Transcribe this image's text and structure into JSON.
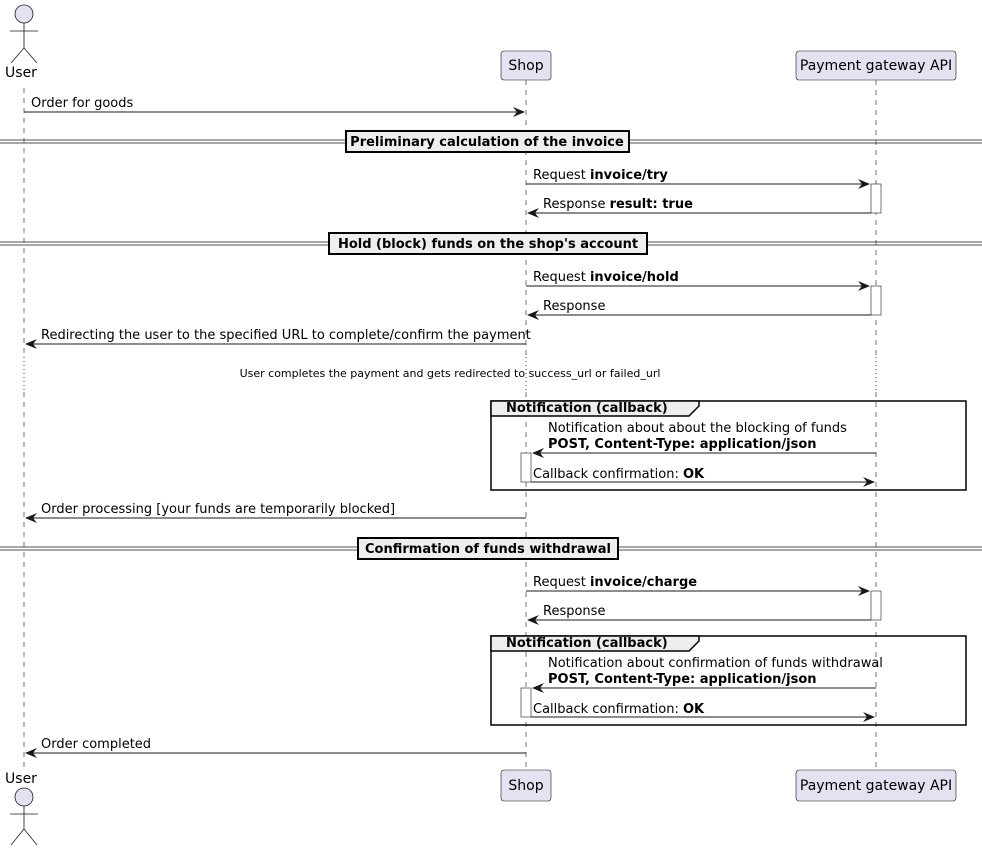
{
  "participants": {
    "user": "User",
    "shop": "Shop",
    "gateway": "Payment gateway API"
  },
  "dividers": [
    "Preliminary calculation of the invoice",
    "Hold (block) funds on the shop's account",
    "Confirmation of funds withdrawal"
  ],
  "messages": [
    {
      "normal": "Order for goods",
      "bold": ""
    },
    {
      "normal": "Request ",
      "bold": "invoice/try"
    },
    {
      "normal": "Response ",
      "bold": "result: true"
    },
    {
      "normal": "Request ",
      "bold": "invoice/hold"
    },
    {
      "normal": "Response",
      "bold": ""
    },
    {
      "normal": "Redirecting the user to the specified URL to complete/confirm the payment",
      "bold": ""
    },
    {
      "line1": "Notification about about the blocking of funds",
      "line2": "POST, Content-Type: application/json"
    },
    {
      "normal": "Callback confirmation: ",
      "bold": "OK"
    },
    {
      "normal": "Order processing [your funds are temporarily blocked]",
      "bold": ""
    },
    {
      "normal": "Request ",
      "bold": "invoice/charge"
    },
    {
      "normal": "Response",
      "bold": ""
    },
    {
      "line1": "Notification about confirmation of funds withdrawal",
      "line2": "POST, Content-Type: application/json"
    },
    {
      "normal": "Callback confirmation: ",
      "bold": "OK"
    },
    {
      "normal": "Order completed",
      "bold": ""
    }
  ],
  "delay_note": "User completes the payment and gets redirected to success_url or failed_url",
  "groups": [
    "Notification (callback)",
    "Notification (callback)"
  ]
}
